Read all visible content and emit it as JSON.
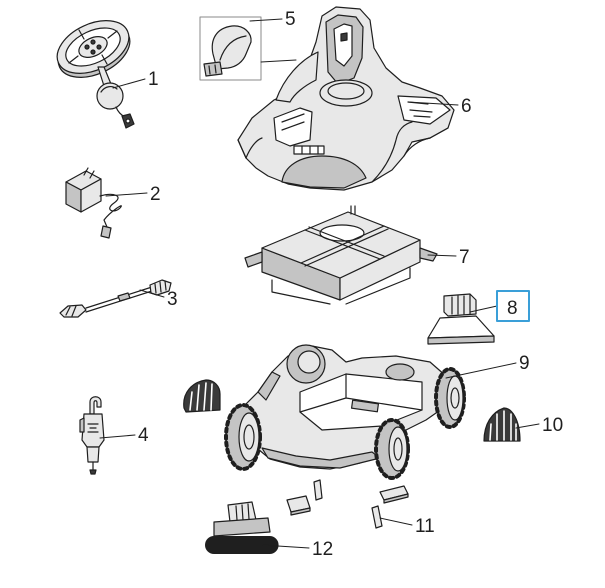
{
  "diagram": {
    "callouts": [
      {
        "label": "1",
        "selected": false
      },
      {
        "label": "2",
        "selected": false
      },
      {
        "label": "3",
        "selected": false
      },
      {
        "label": "4",
        "selected": false
      },
      {
        "label": "5",
        "selected": false
      },
      {
        "label": "6",
        "selected": false
      },
      {
        "label": "7",
        "selected": false
      },
      {
        "label": "8",
        "selected": true
      },
      {
        "label": "9",
        "selected": false
      },
      {
        "label": "10",
        "selected": false
      },
      {
        "label": "11",
        "selected": false
      },
      {
        "label": "12",
        "selected": false
      }
    ]
  },
  "colors": {
    "stroke": "#1f1f1f",
    "light": "#e8e8e8",
    "mid": "#c4c4c4",
    "dark": "#3a3a3a",
    "highlight": "#3a9fd8"
  }
}
